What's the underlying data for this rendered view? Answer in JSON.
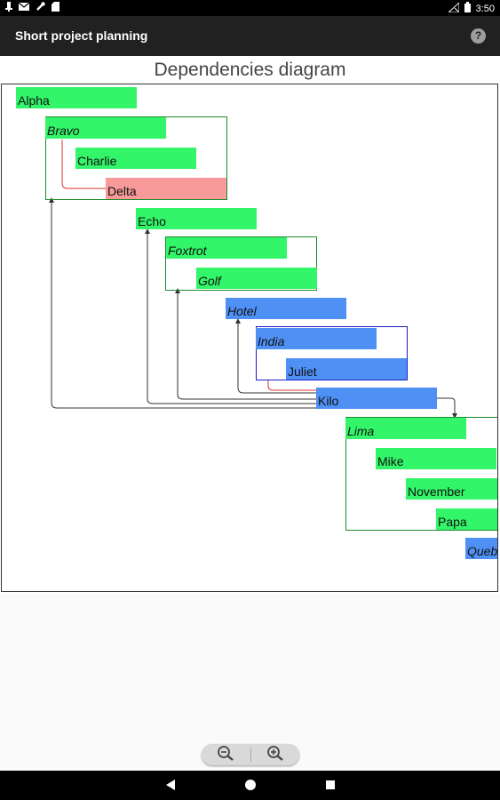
{
  "status_bar": {
    "time": "3:50",
    "icons": [
      "notification-icon",
      "mail-icon",
      "wrench-icon",
      "sd-card-icon",
      "signal-off-icon",
      "battery-icon"
    ]
  },
  "app_bar": {
    "title": "Short project planning",
    "help_icon": "?"
  },
  "diagram": {
    "title": "Dependencies diagram",
    "tasks": [
      {
        "name": "Alpha",
        "color": "green"
      },
      {
        "name": "Bravo",
        "color": "green",
        "group": true
      },
      {
        "name": "Charlie",
        "color": "green"
      },
      {
        "name": "Delta",
        "color": "red"
      },
      {
        "name": "Echo",
        "color": "green"
      },
      {
        "name": "Foxtrot",
        "color": "green",
        "group": true
      },
      {
        "name": "Golf",
        "color": "green"
      },
      {
        "name": "Hotel",
        "color": "blue"
      },
      {
        "name": "India",
        "color": "blue",
        "group": true
      },
      {
        "name": "Juliet",
        "color": "blue"
      },
      {
        "name": "Kilo",
        "color": "blue"
      },
      {
        "name": "Lima",
        "color": "green",
        "group": true
      },
      {
        "name": "Mike",
        "color": "green"
      },
      {
        "name": "November",
        "color": "green"
      },
      {
        "name": "Papa",
        "color": "green"
      },
      {
        "name": "Queb",
        "color": "blue"
      }
    ],
    "colors": {
      "green": "#33f56a",
      "blue": "#4f90f5",
      "red": "#f79a99"
    }
  },
  "zoom": {
    "zoom_out_icon": "zoom-out-icon",
    "zoom_in_icon": "zoom-in-icon"
  },
  "nav_bar": {
    "back_icon": "back-icon",
    "home_icon": "home-icon",
    "recents_icon": "recents-icon"
  }
}
